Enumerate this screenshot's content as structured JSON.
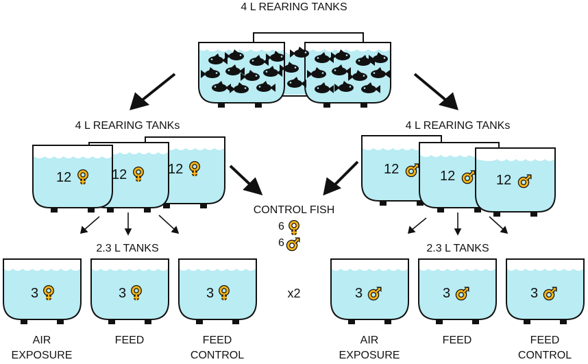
{
  "top": {
    "title": "4 L REARING TANKS"
  },
  "mid": {
    "left_title": "4 L REARING TANKs",
    "right_title": "4 L REARING TANKs",
    "left_tanks": [
      "12",
      "12",
      "12"
    ],
    "right_tanks": [
      "12",
      "12",
      "12"
    ]
  },
  "control": {
    "title": "CONTROL FISH",
    "female_count": "6",
    "male_count": "6"
  },
  "bottom": {
    "left_title": "2.3 L TANKS",
    "right_title": "2.3 L TANKS",
    "multiplier": "x2",
    "left_tanks": [
      {
        "count": "3",
        "label_line1": "AIR",
        "label_line2": "EXPOSURE"
      },
      {
        "count": "3",
        "label_line1": "FEED",
        "label_line2": ""
      },
      {
        "count": "3",
        "label_line1": "FEED",
        "label_line2": "CONTROL"
      }
    ],
    "right_tanks": [
      {
        "count": "3",
        "label_line1": "AIR",
        "label_line2": "EXPOSURE"
      },
      {
        "count": "3",
        "label_line1": "FEED",
        "label_line2": ""
      },
      {
        "count": "3",
        "label_line1": "FEED",
        "label_line2": "CONTROL"
      }
    ]
  },
  "colors": {
    "water": "#b9ecf3",
    "outline": "#111111",
    "symbol": "#f4b41a",
    "fish": "#111111"
  },
  "icons": [
    "female-symbol-icon",
    "male-symbol-icon",
    "fish-icon",
    "arrow-icon"
  ]
}
